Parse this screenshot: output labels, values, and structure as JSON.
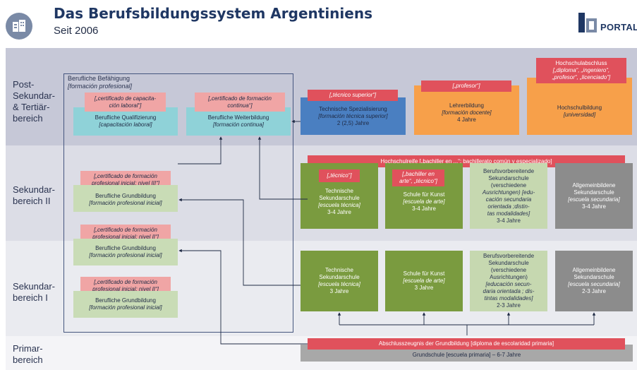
{
  "header": {
    "title": "Das Berufsbildungssystem Argentiniens",
    "subtitle": "Seit 2006",
    "brand": "PORTAL"
  },
  "rows": {
    "post": [
      "Post-",
      "Sekundar-",
      "& Tertiär-",
      "bereich"
    ],
    "sek2": [
      "Sekundar-",
      "bereich II"
    ],
    "sek1": [
      "Sekundar-",
      "bereich I"
    ],
    "prim": [
      "Primar-",
      "bereich"
    ]
  },
  "frame": {
    "title": "Berufliche Befähigung",
    "title_it": "[formación profesional]"
  },
  "post": {
    "cert_laboral": {
      "a": "[„certificado de capacita-",
      "b": "ción laboral“]"
    },
    "cert_continua": {
      "a": "[„certificado de formación",
      "b": "continua“]"
    },
    "qualifizierung": {
      "a": "Berufliche Qualifizierung",
      "b": "[capacitación laboral]"
    },
    "weiterbildung": {
      "a": "Berufliche Weiterbildung",
      "b": "[formación continua]"
    },
    "tecnico_superior": "[„técnico superior“]",
    "spezialisierung": {
      "a": "Technische Spezialisierung",
      "b": "[formación técnica superior]",
      "c": "2 (2,5) Jahre"
    },
    "profesor": "[„profesor“]",
    "lehrer": {
      "a": "Lehrerbildung",
      "b": "[formación docente]",
      "c": "4 Jahre"
    },
    "hs_abschluss": {
      "a": "Hochschulabschluss",
      "b": "[„diploma“, „ingeniero“,",
      "c": "„profesor“, „licenciado“]"
    },
    "hochschul": {
      "a": "Hochschulbildung",
      "b": "[universidad]"
    }
  },
  "sek2": {
    "cert": {
      "a": "[„certificado de formación",
      "b": "profesional inicial; nivel III“]"
    },
    "grundbildung": {
      "a": "Berufliche Grundbildung",
      "b": "[formación profesional inicial]"
    },
    "hochschulreife": "Hochschulreife [„bachiller en ...“; bachillerato común y especializado]",
    "tecnico": "[„técnico“]",
    "bachiller_arte": {
      "a": "[„bachiller en",
      "b": "arte“, „técnico“]"
    },
    "technische": {
      "a": "Technische",
      "b": "Sekundarschule",
      "c": "[escuela técnica]",
      "d": "3-4 Jahre"
    },
    "kunst": {
      "a": "Schule für Kunst",
      "b": "[escuela de arte]",
      "c": "3-4 Jahre"
    },
    "berufsvorb": {
      "a": "Berufsvorbereitende",
      "b": "Sekundarschule",
      "c": "(verschiedene",
      "d": "Ausrichtungen) [edu-",
      "e": "cación secundaria",
      "f": "orientada ;distin-",
      "g": "tas modalidades]",
      "h": "3-4 Jahre"
    },
    "allgemein": {
      "a": "Allgemeinbildene",
      "b": "Sekundarschule",
      "c": "[escuela secundaria]",
      "d": "3-4 Jahre"
    }
  },
  "sek1": {
    "cert_top": {
      "a": "[„certificado de formación",
      "b": "profesional inicial; nivel II“]"
    },
    "grund_top": {
      "a": "Berufliche Grundbildung",
      "b": "[formación profesional inicial]"
    },
    "cert_bottom": {
      "a": "[„certificado de formación",
      "b": "profesional inicial; nivel II“]"
    },
    "grund_bottom": {
      "a": "Berufliche Grundbildung",
      "b": "[formación profesional inicial]"
    },
    "technische": {
      "a": "Technische",
      "b": "Sekundarschule",
      "c": "[escuela técnica]",
      "d": "3 Jahre"
    },
    "kunst": {
      "a": "Schule für Kunst",
      "b": "[escuela de arte]",
      "c": "3 Jahre"
    },
    "berufsvorb": {
      "a": "Berufsvorbereitende",
      "b": "Sekundarschule",
      "c": "(verschiedene",
      "d": "Ausrichtungen)",
      "e": "[educación secun-",
      "f": "daria orientada ; dis-",
      "g": "tintas modalidades]",
      "h": "2-3 Jahre"
    },
    "allgemein": {
      "a": "Allgemeinbildene",
      "b": "Sekundarschule",
      "c": "[escuela secundaria]",
      "d": "2-3 Jahre"
    }
  },
  "prim": {
    "abschluss": "Abschlusszeugnis der Grundbildung [diploma de escolaridad primaria]",
    "grundschule": "Grundschule [escuela primaria] – 6-7 Jahre"
  },
  "colors": {
    "band_post": "#c6c8d7",
    "band_sek2": "#dcdde6",
    "band_sek1": "#eaebf0",
    "teal": "#8fd2d8",
    "olive": "#7a9b3f",
    "blue": "#4a7fc1",
    "orange": "#f7a04a",
    "red": "#e0515c",
    "pink": "#f0a5a5",
    "grey": "#8c8c8c"
  }
}
